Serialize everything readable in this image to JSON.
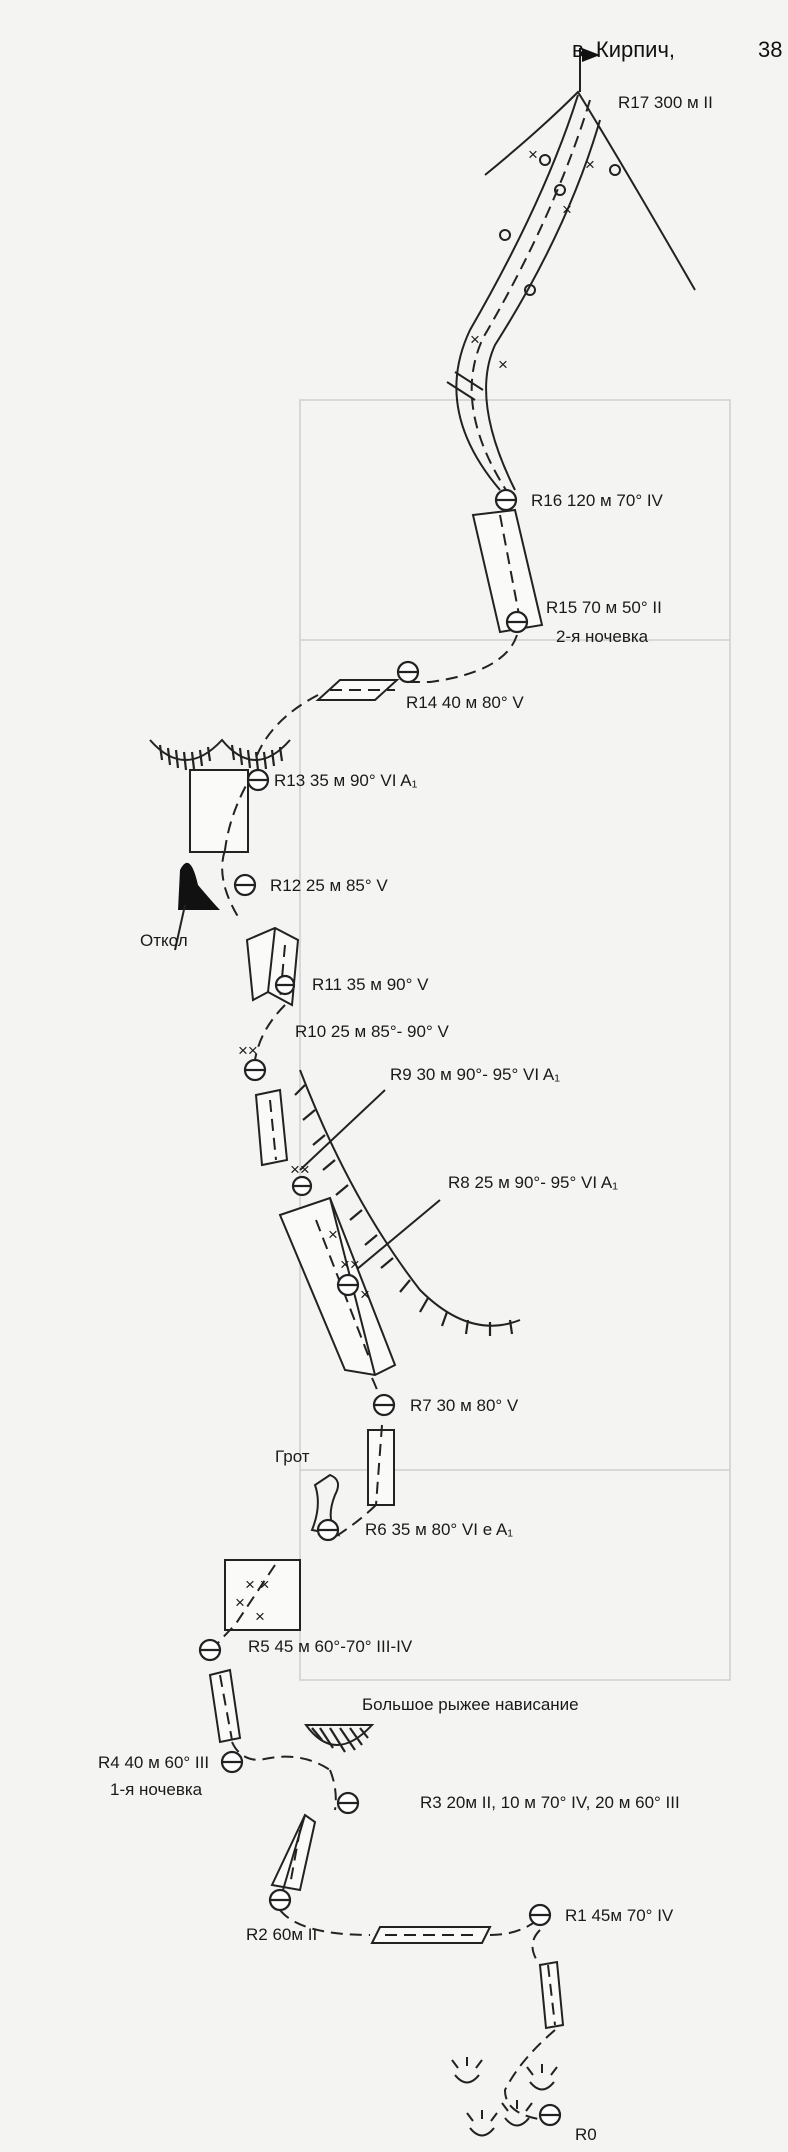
{
  "summit": {
    "name": "в. Кирпич,",
    "name_cut": "38"
  },
  "pitches": [
    {
      "id": "R17",
      "text": "R17 300 м  II"
    },
    {
      "id": "R16",
      "text": "R16 120 м 70° IV"
    },
    {
      "id": "R15",
      "text": "R15 70 м 50° II"
    },
    {
      "id": "R14",
      "text": "R14 40 м 80° V"
    },
    {
      "id": "R13",
      "text": "R13 35 м 90° VI A₁"
    },
    {
      "id": "R12",
      "text": "R12 25 м 85° V"
    },
    {
      "id": "R11",
      "text": "R11 35 м 90° V"
    },
    {
      "id": "R10",
      "text": "R10 25 м 85°- 90° V"
    },
    {
      "id": "R9",
      "text": "R9 30 м 90°- 95° VI A₁"
    },
    {
      "id": "R8",
      "text": "R8 25 м 90°- 95° VI A₁"
    },
    {
      "id": "R7",
      "text": "R7 30 м 80° V"
    },
    {
      "id": "R6",
      "text": "R6 35 м 80° VI e A₁"
    },
    {
      "id": "R5",
      "text": "R5 45 м 60°-70° III-IV"
    },
    {
      "id": "R4",
      "text": "R4 40 м 60° III"
    },
    {
      "id": "R3",
      "text": "R3 20м II, 10 м 70° IV, 20 м 60° III"
    },
    {
      "id": "R2",
      "text": "R2 60м II"
    },
    {
      "id": "R1",
      "text": "R1 45м 70° IV"
    },
    {
      "id": "R0",
      "text": "R0"
    }
  ],
  "notes": {
    "bivouac2": "2-я ночевка",
    "bivouac1": "1-я ночевка",
    "otkol": "Откол",
    "grot": "Грот",
    "overhang": "Большое рыжее нависание"
  }
}
